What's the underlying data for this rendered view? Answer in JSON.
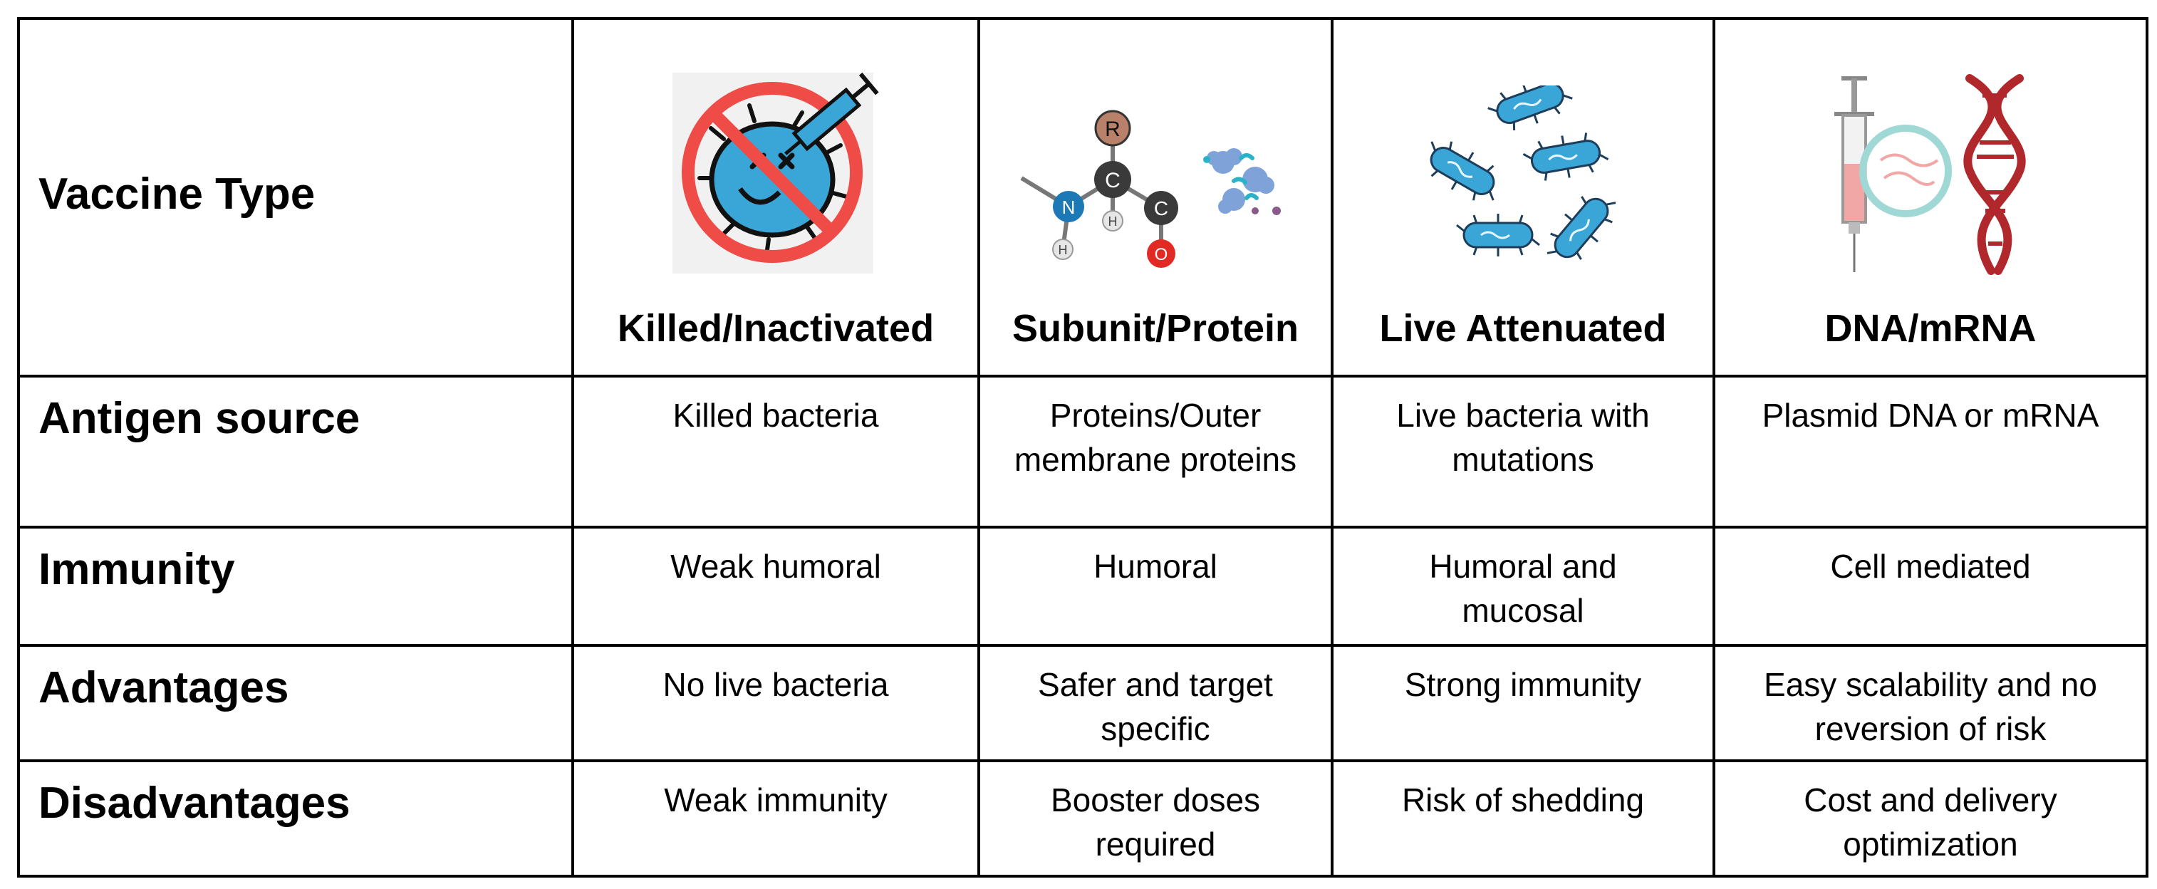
{
  "header": {
    "corner": "Vaccine Type",
    "columns": [
      {
        "label": "Killed/Inactivated",
        "icon": "inactivated-bacterium-syringe-icon"
      },
      {
        "label": "Subunit/Protein",
        "icon": "amino-acid-molecule-icon"
      },
      {
        "label": "Live Attenuated",
        "icon": "live-bacteria-icon"
      },
      {
        "label": "DNA/mRNA",
        "icon": "syringe-dna-helix-icon"
      }
    ]
  },
  "rows": [
    {
      "label": "Antigen source",
      "cells": [
        "Killed bacteria",
        "Proteins/Outer membrane proteins",
        "Live bacteria with mutations",
        "Plasmid DNA or mRNA"
      ]
    },
    {
      "label": "Immunity",
      "cells": [
        "Weak humoral",
        "Humoral",
        "Humoral and mucosal",
        "Cell mediated"
      ]
    },
    {
      "label": "Advantages",
      "cells": [
        "No live bacteria",
        "Safer and target specific",
        "Strong immunity",
        "Easy scalability and no reversion of  risk"
      ]
    },
    {
      "label": "Disadvantages",
      "cells": [
        "Weak immunity",
        "Booster doses required",
        "Risk of shedding",
        "Cost and delivery optimization"
      ]
    }
  ],
  "molecule_labels": {
    "r": "R",
    "c1": "C",
    "c2": "C",
    "n": "N",
    "h1": "H",
    "h2": "H",
    "o": "O"
  },
  "colors": {
    "border": "#000000",
    "bacteria": "#3aa6d8",
    "prohibit": "#ef4b47",
    "dna": "#b0282c"
  }
}
